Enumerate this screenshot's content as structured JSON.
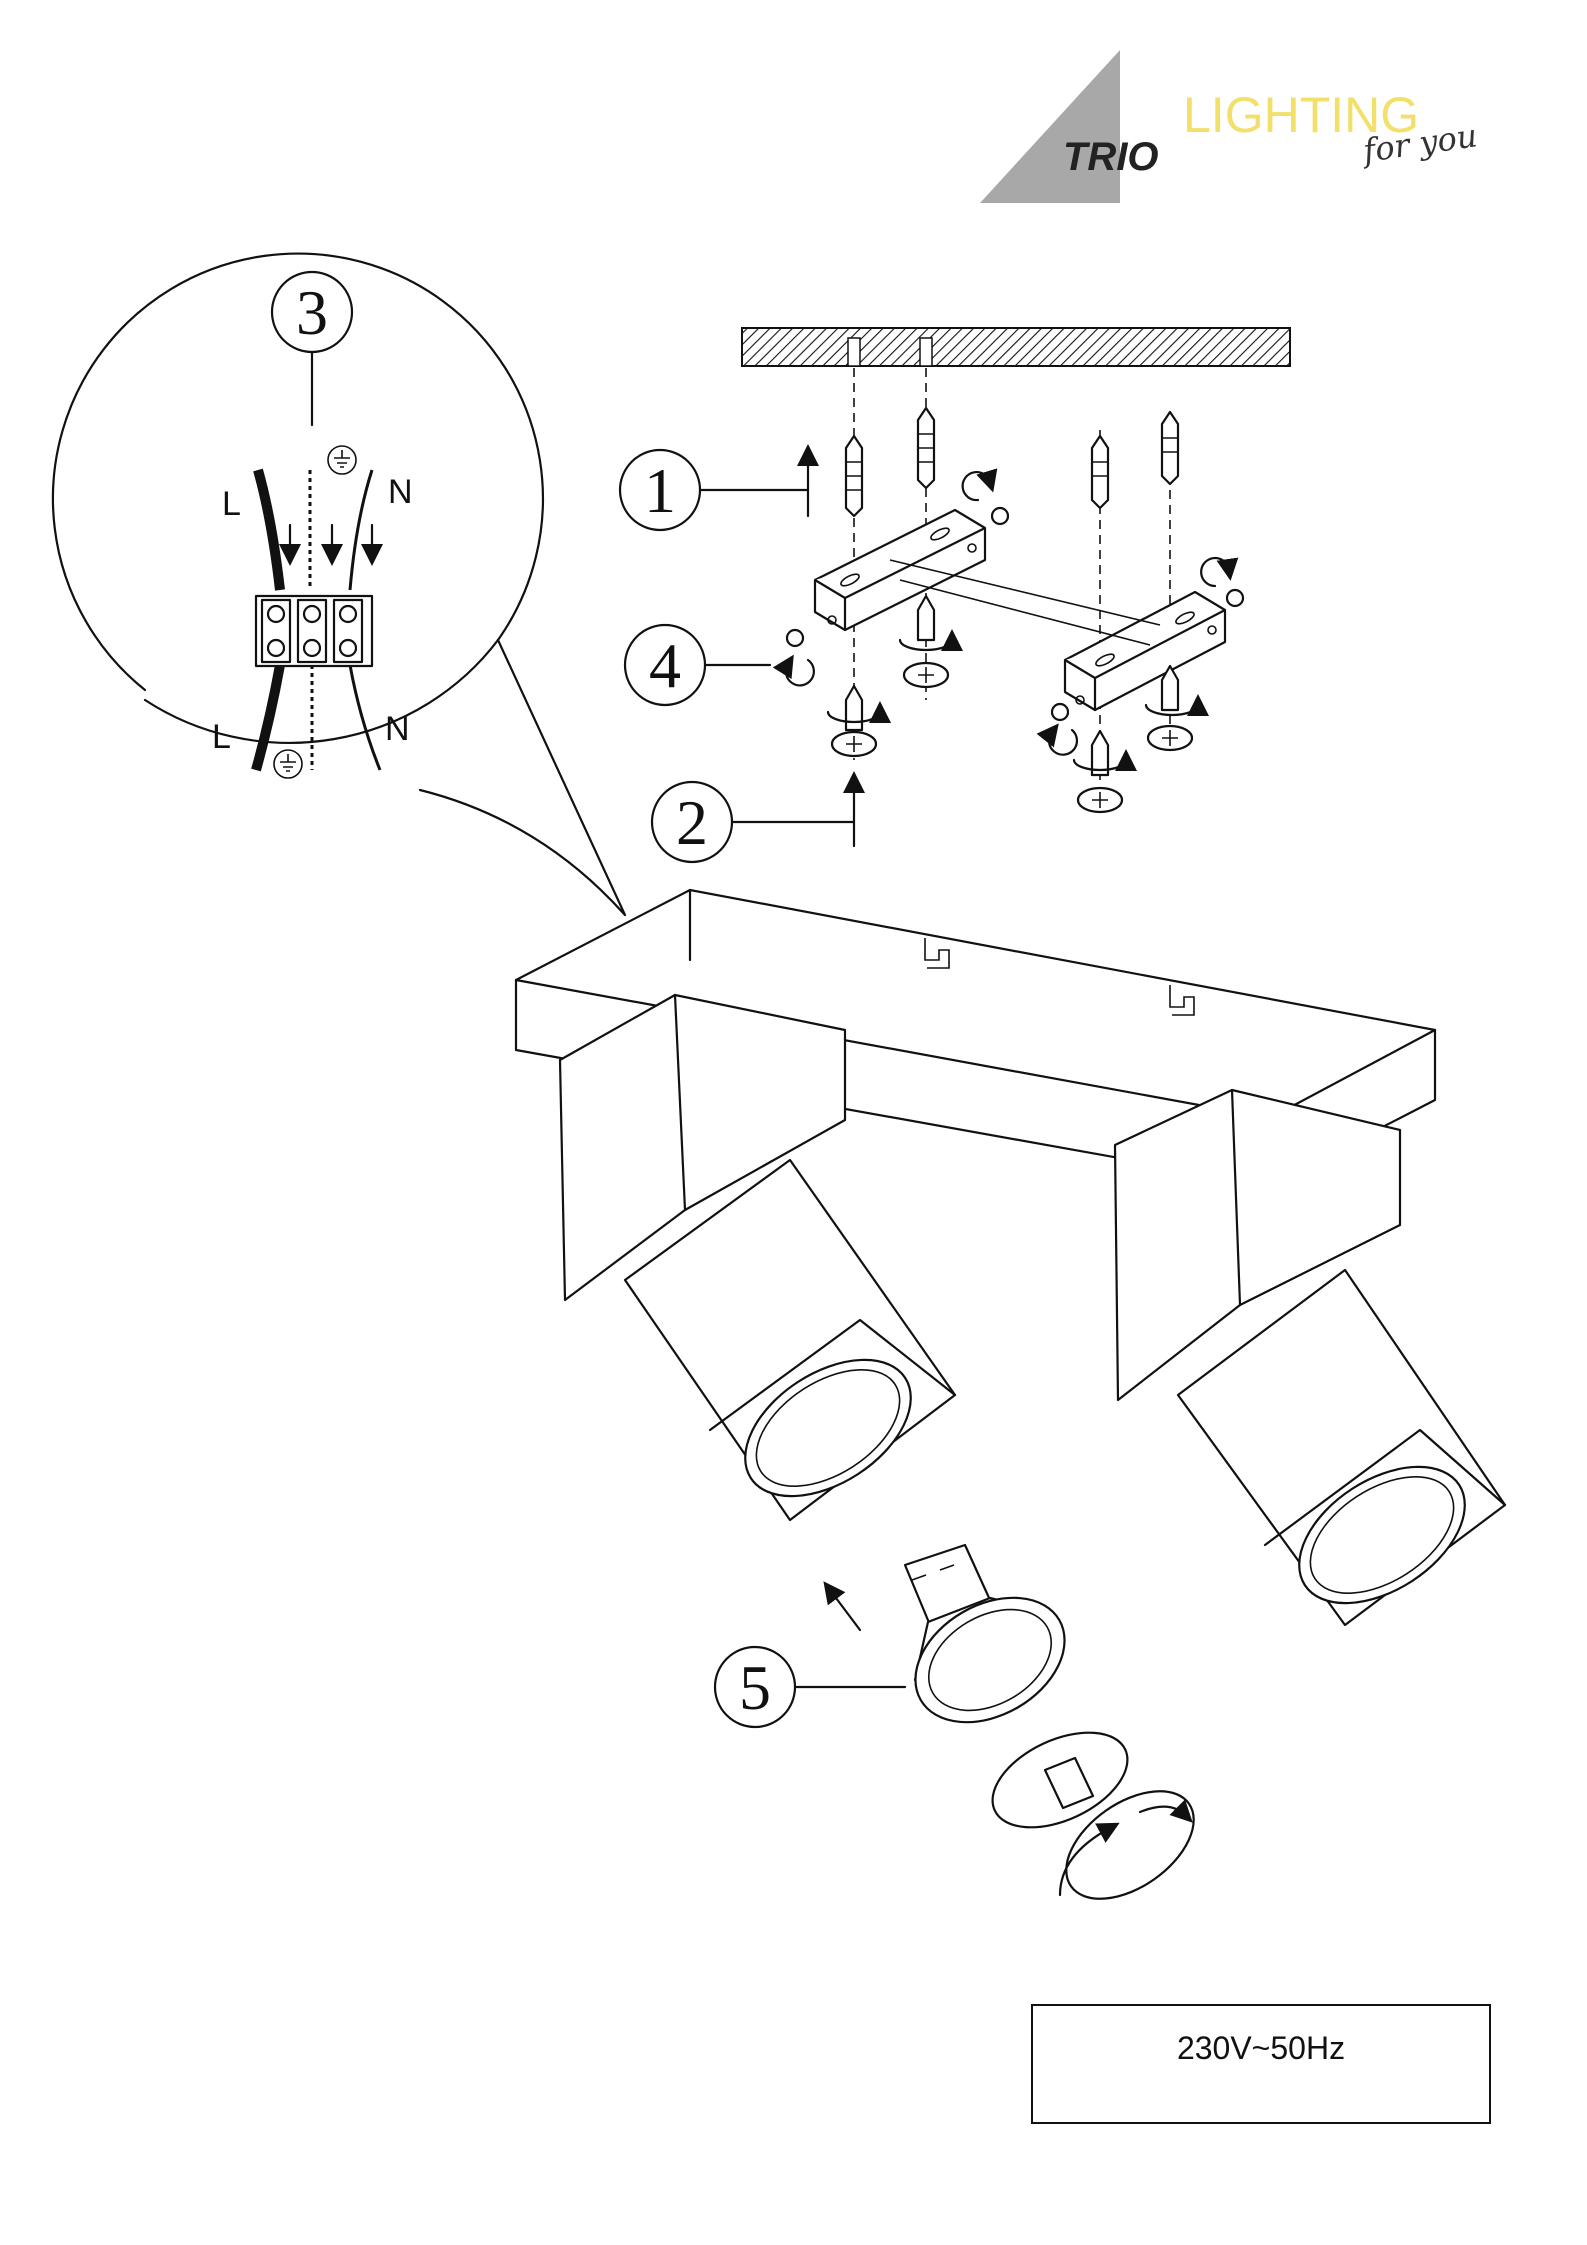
{
  "brand": {
    "name": "TRIO",
    "tagline_main": "LIGHTING",
    "tagline_sub": "for you",
    "accent_color": "#f2e06b",
    "triangle_color": "#a8a8a8"
  },
  "steps": [
    "1",
    "2",
    "3",
    "4",
    "5"
  ],
  "wiring": {
    "live_label": "L",
    "neutral_label": "N"
  },
  "rating": "230V~50Hz"
}
